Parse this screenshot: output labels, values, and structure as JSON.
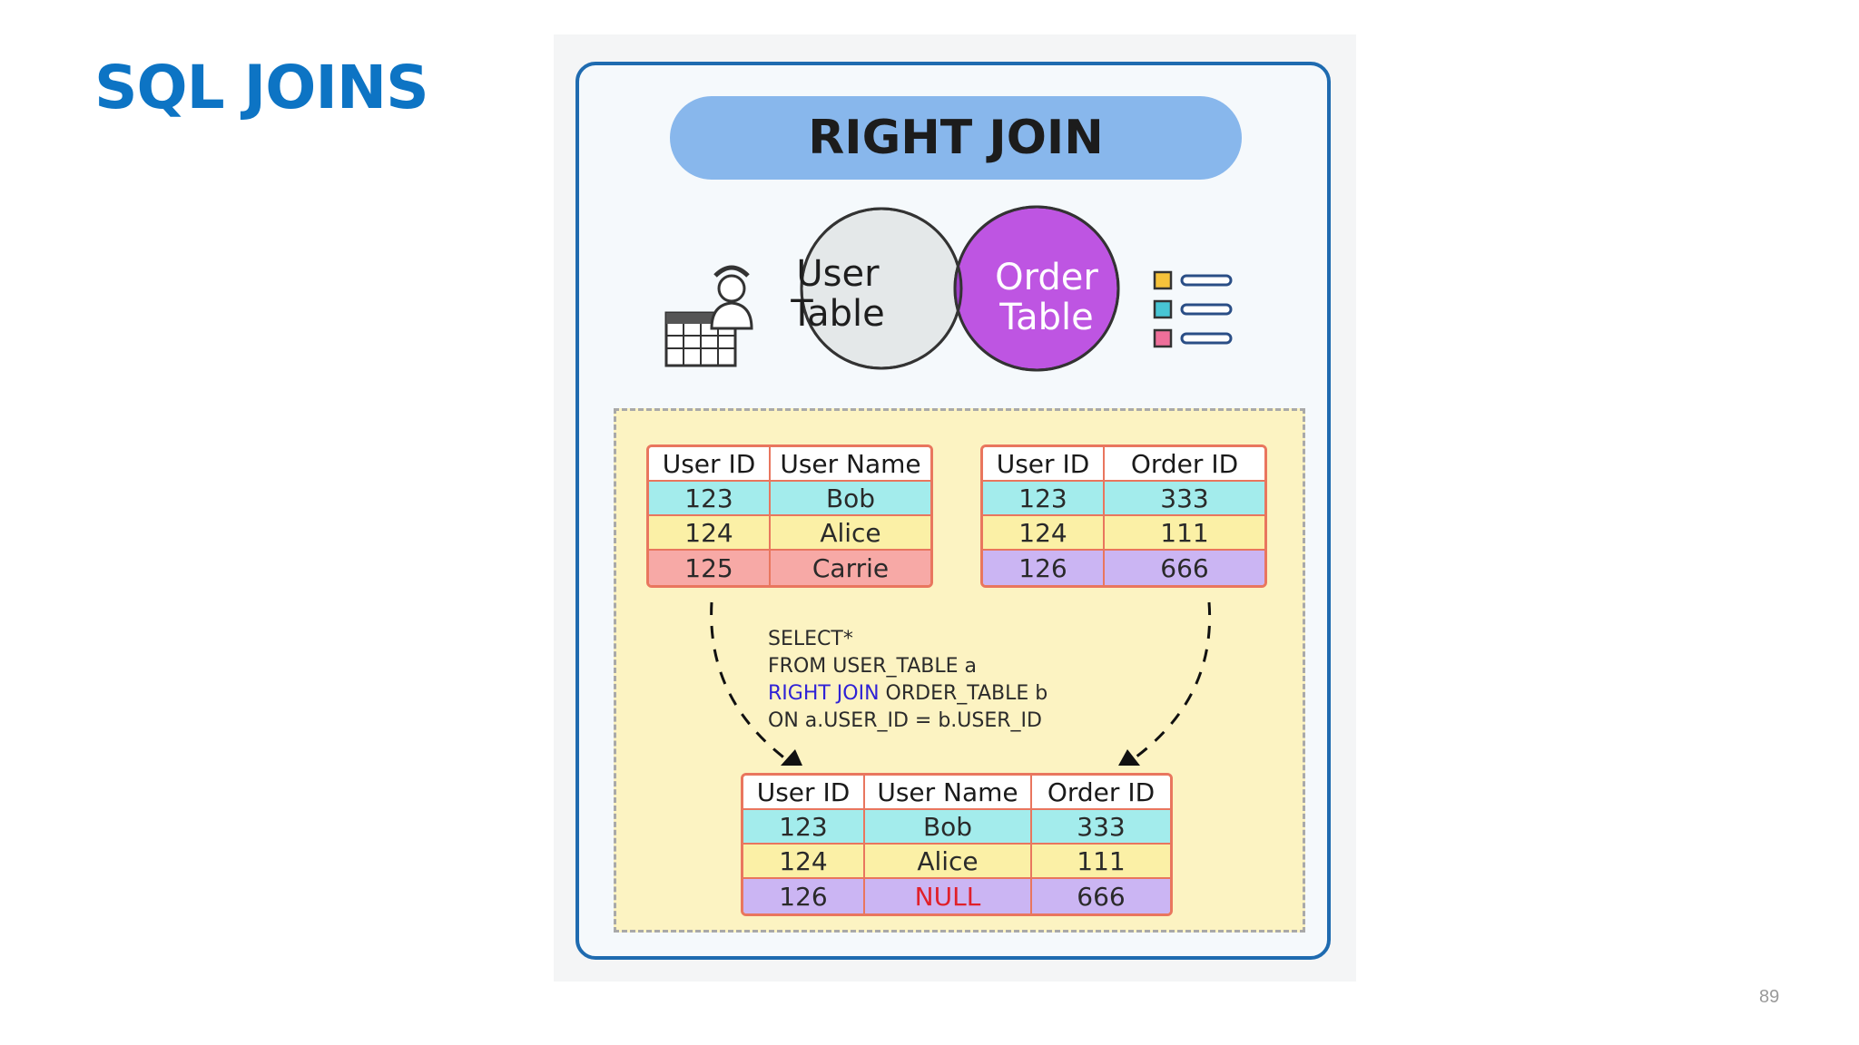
{
  "slide": {
    "title": "SQL JOINS",
    "page_number": "89"
  },
  "figure": {
    "banner": "RIGHT JOIN",
    "venn": {
      "left_line1": "User",
      "left_line2": "Table",
      "right_line1": "Order",
      "right_line2": "Table",
      "left_color": "#e4e8e9",
      "right_color": "#be55e2",
      "overlap_color": "#9e3fc8"
    },
    "icons": [
      "user-table-icon",
      "order-list-icon"
    ],
    "user_table": {
      "headers": [
        "User ID",
        "User Name"
      ],
      "rows": [
        {
          "style": "cyan",
          "cells": [
            "123",
            "Bob"
          ]
        },
        {
          "style": "yellow",
          "cells": [
            "124",
            "Alice"
          ]
        },
        {
          "style": "pink",
          "cells": [
            "125",
            "Carrie"
          ]
        }
      ]
    },
    "order_table": {
      "headers": [
        "User ID",
        "Order ID"
      ],
      "rows": [
        {
          "style": "cyan",
          "cells": [
            "123",
            "333"
          ]
        },
        {
          "style": "yellow",
          "cells": [
            "124",
            "111"
          ]
        },
        {
          "style": "purple",
          "cells": [
            "126",
            "666"
          ]
        }
      ]
    },
    "sql": {
      "line1": "SELECT*",
      "line2": "FROM USER_TABLE a",
      "line3_keyword": "RIGHT JOIN",
      "line3_rest": " ORDER_TABLE b",
      "line4": "ON a.USER_ID = b.USER_ID"
    },
    "result_table": {
      "headers": [
        "User ID",
        "User Name",
        "Order ID"
      ],
      "rows": [
        {
          "style": "cyan",
          "cells": [
            "123",
            "Bob",
            "333"
          ]
        },
        {
          "style": "yellow",
          "cells": [
            "124",
            "Alice",
            "111"
          ]
        },
        {
          "style": "purple",
          "cells": [
            "126",
            "NULL",
            "666"
          ]
        }
      ]
    },
    "colors": {
      "title_blue": "#0d74c4",
      "null_red": "#e0202a",
      "keyword_blue": "#2f22d6",
      "table_border": "#e9765e"
    }
  }
}
